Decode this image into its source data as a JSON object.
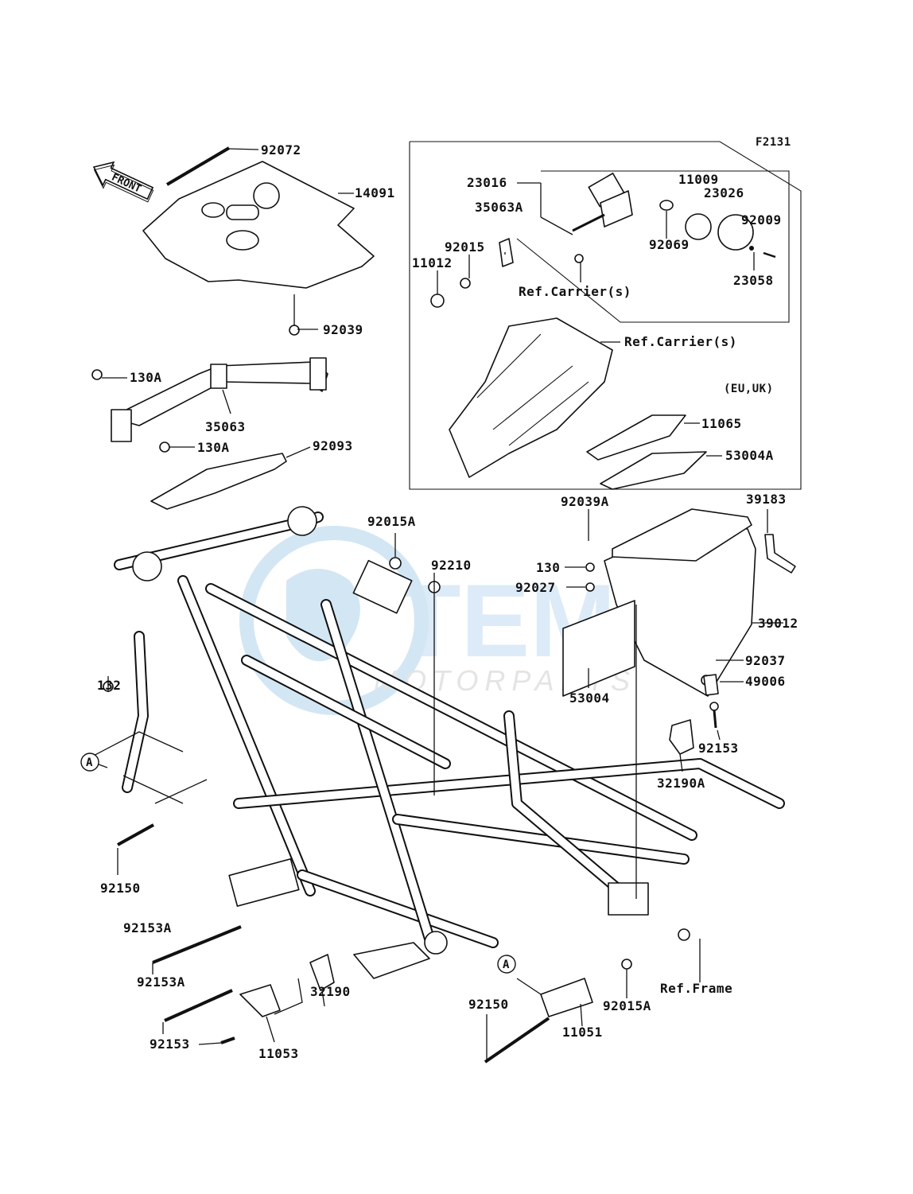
{
  "diagram_code": "F2131",
  "region_note": "(EU,UK)",
  "front_label": "FRONT",
  "watermark": {
    "brand": "MOTORPARTS"
  },
  "callout_marker": "A",
  "labels": [
    {
      "id": "92072",
      "text": "92072"
    },
    {
      "id": "14091",
      "text": "14091"
    },
    {
      "id": "92039",
      "text": "92039"
    },
    {
      "id": "130A_top",
      "text": "130A"
    },
    {
      "id": "35063",
      "text": "35063"
    },
    {
      "id": "130A_mid",
      "text": "130A"
    },
    {
      "id": "92093",
      "text": "92093"
    },
    {
      "id": "23016",
      "text": "23016"
    },
    {
      "id": "11009",
      "text": "11009"
    },
    {
      "id": "23026",
      "text": "23026"
    },
    {
      "id": "35063A",
      "text": "35063A"
    },
    {
      "id": "92009",
      "text": "92009"
    },
    {
      "id": "92015",
      "text": "92015"
    },
    {
      "id": "11012",
      "text": "11012"
    },
    {
      "id": "92069",
      "text": "92069"
    },
    {
      "id": "23058",
      "text": "23058"
    },
    {
      "id": "refcarrier1",
      "text": "Ref.Carrier(s)"
    },
    {
      "id": "refcarrier2",
      "text": "Ref.Carrier(s)"
    },
    {
      "id": "11065",
      "text": "11065"
    },
    {
      "id": "53004A",
      "text": "53004A"
    },
    {
      "id": "92039A",
      "text": "92039A"
    },
    {
      "id": "39183",
      "text": "39183"
    },
    {
      "id": "92015A_top",
      "text": "92015A"
    },
    {
      "id": "92210",
      "text": "92210"
    },
    {
      "id": "130",
      "text": "130"
    },
    {
      "id": "92027",
      "text": "92027"
    },
    {
      "id": "39012",
      "text": "39012"
    },
    {
      "id": "132",
      "text": "132"
    },
    {
      "id": "53004",
      "text": "53004"
    },
    {
      "id": "92037",
      "text": "92037"
    },
    {
      "id": "49006",
      "text": "49006"
    },
    {
      "id": "92153_right",
      "text": "92153"
    },
    {
      "id": "32190A",
      "text": "32190A"
    },
    {
      "id": "92150_left",
      "text": "92150"
    },
    {
      "id": "92153A_1",
      "text": "92153A"
    },
    {
      "id": "92153A_2",
      "text": "92153A"
    },
    {
      "id": "32190",
      "text": "32190"
    },
    {
      "id": "92153_bottom",
      "text": "92153"
    },
    {
      "id": "11053",
      "text": "11053"
    },
    {
      "id": "92150_bottom",
      "text": "92150"
    },
    {
      "id": "11051",
      "text": "11051"
    },
    {
      "id": "92015A_bottom",
      "text": "92015A"
    },
    {
      "id": "refframe",
      "text": "Ref.Frame"
    }
  ]
}
